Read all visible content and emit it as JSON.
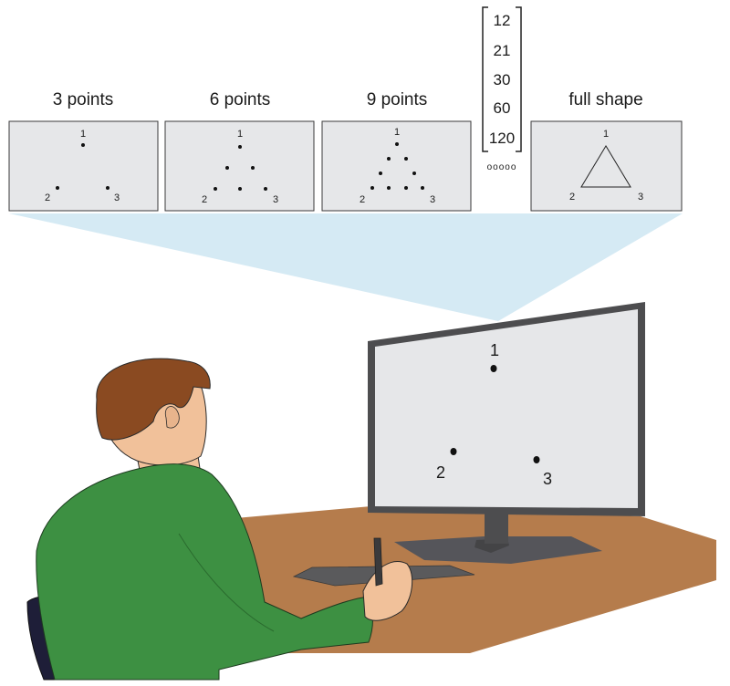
{
  "conditions": [
    {
      "id": "3",
      "label": "3 points",
      "vertex_labels": [
        "1",
        "2",
        "3"
      ]
    },
    {
      "id": "6",
      "label": "6 points",
      "vertex_labels": [
        "1",
        "2",
        "3"
      ]
    },
    {
      "id": "9",
      "label": "9 points",
      "vertex_labels": [
        "1",
        "2",
        "3"
      ]
    },
    {
      "id": "full",
      "label": "full shape",
      "vertex_labels": [
        "1",
        "2",
        "3"
      ]
    }
  ],
  "more_counts": [
    "12",
    "21",
    "30",
    "60",
    "120"
  ],
  "ellipsis": "ooooo",
  "monitor": {
    "labels": [
      "1",
      "2",
      "3"
    ]
  },
  "colors": {
    "panel_fill": "#e6e7e9",
    "projection": "#d5eaf4",
    "monitor_frame": "#4d4d4f",
    "desk": "#b57c4c",
    "shirt": "#3d9042",
    "hair": "#8a4a21",
    "skin": "#f1c19a",
    "chair": "#1e1e38"
  }
}
